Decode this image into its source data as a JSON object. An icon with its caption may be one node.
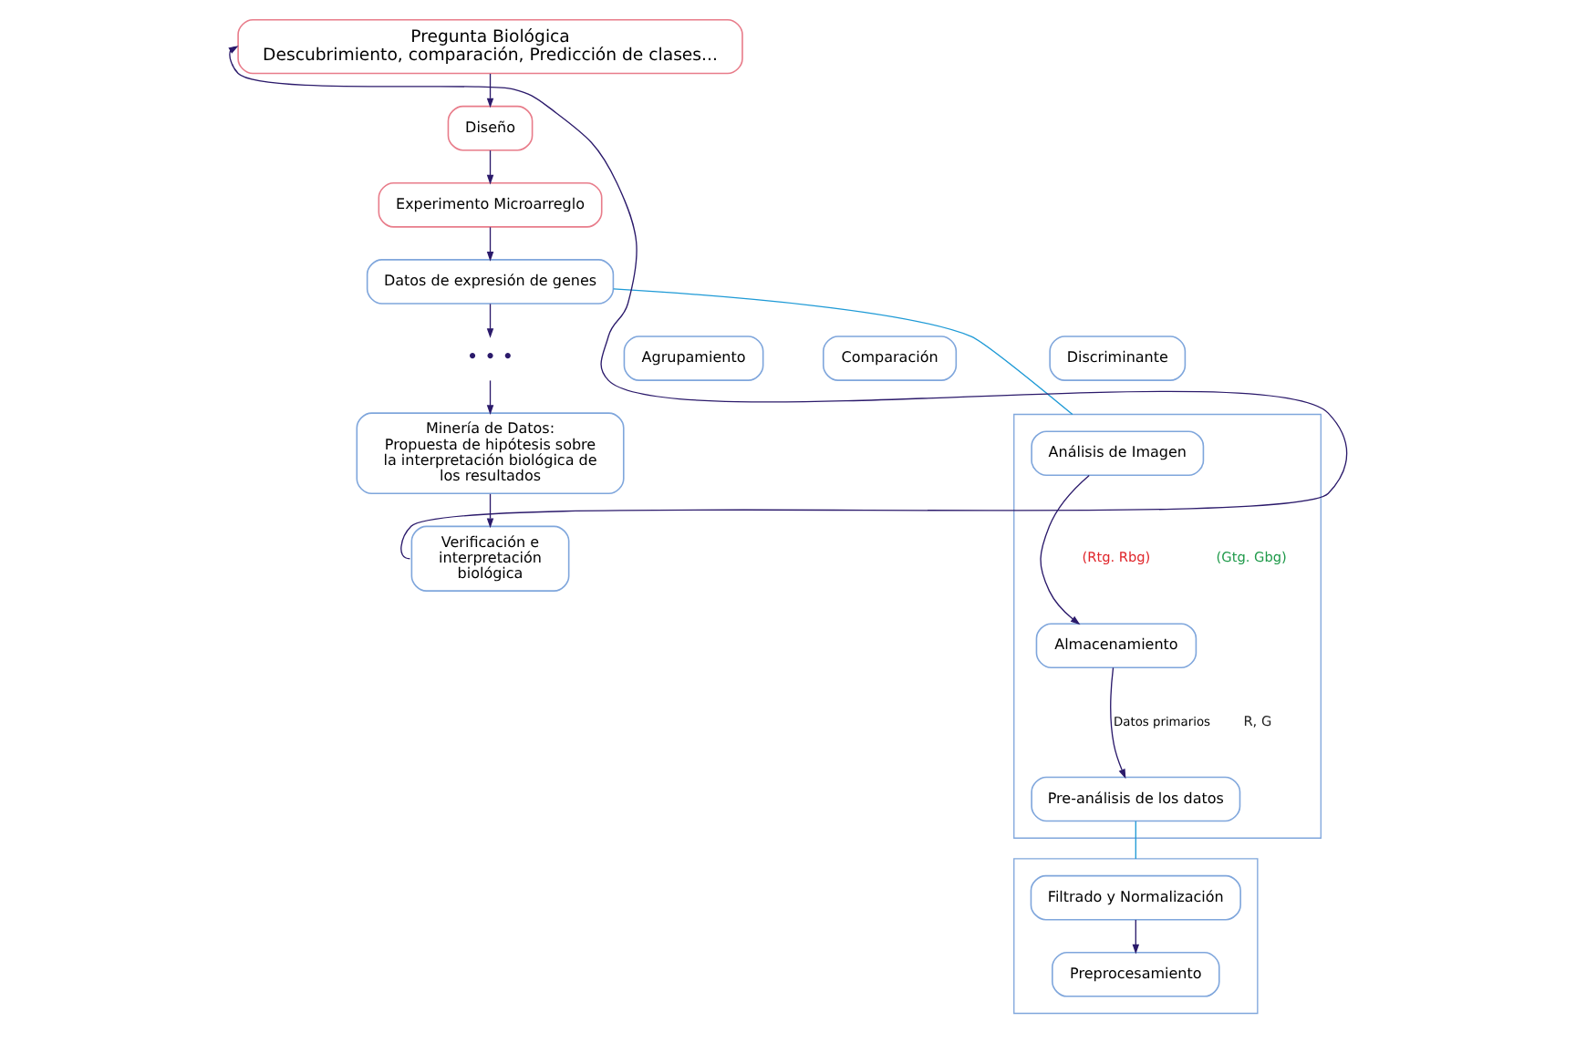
{
  "diagram": {
    "nodes": [
      {
        "text": [
          "Pregunta Biológica",
          "Descubrimiento, comparación, Predicción de clases..."
        ]
      },
      {
        "text": [
          "Diseño"
        ]
      },
      {
        "text": [
          "Experimento Microarreglo"
        ]
      },
      {
        "text": [
          "Datos de expresión de genes"
        ]
      },
      {
        "text": [
          "Agrupamiento"
        ]
      },
      {
        "text": [
          "Comparación"
        ]
      },
      {
        "text": [
          "• • •"
        ]
      },
      {
        "text": [
          "Discriminante"
        ]
      },
      {
        "text": [
          "Minería de Datos:",
          "Propuesta de hipótesis sobre la interpretación biológica de los resultados"
        ]
      },
      {
        "text": [
          "Verificación e interpretación biológica"
        ]
      },
      {
        "text": [],
        "shape": "box"
      },
      {
        "text": [
          "Análisis de Imagen"
        ],
        "in": 10
      },
      {
        "text": [
          "Almacenamiento"
        ],
        "in": 10
      },
      {
        "text": [
          "Pre-análisis de los datos"
        ],
        "in": 10
      },
      {
        "text": [],
        "shape": "box"
      },
      {
        "text": [
          "Filtrado y Normalización"
        ],
        "in": 14
      },
      {
        "text": [
          "Preprocesamiento"
        ],
        "in": 14
      }
    ],
    "edges": [
      {
        "from": 0,
        "to": 1,
        "arrow": "to"
      },
      {
        "from": 1,
        "to": 2,
        "arrow": "to"
      },
      {
        "from": 2,
        "to": 3,
        "arrow": "to"
      },
      {
        "from": 3,
        "to": 6,
        "arrow": "to"
      },
      {
        "from": 6,
        "to": 8,
        "arrow": "to"
      },
      {
        "from": 8,
        "to": 9,
        "arrow": "to"
      },
      {
        "from": 9,
        "to": 0,
        "arrow": "to"
      },
      {
        "from": 3,
        "to": 10,
        "arrow": "none",
        "color": "#1e9ad6"
      },
      {
        "from": 13,
        "to": 14,
        "arrow": "none",
        "color": "#1e9ad6"
      },
      {
        "from": 11,
        "to": 12,
        "arrow": "to"
      },
      {
        "from": 12,
        "to": 13,
        "label": "Datos primarios",
        "arrow": "to"
      },
      {
        "from": 15,
        "to": 16,
        "arrow": "to"
      }
    ],
    "labels": [
      "(Rtg. Rbg)",
      "(Gtg. Gbg)",
      "R, G"
    ]
  }
}
